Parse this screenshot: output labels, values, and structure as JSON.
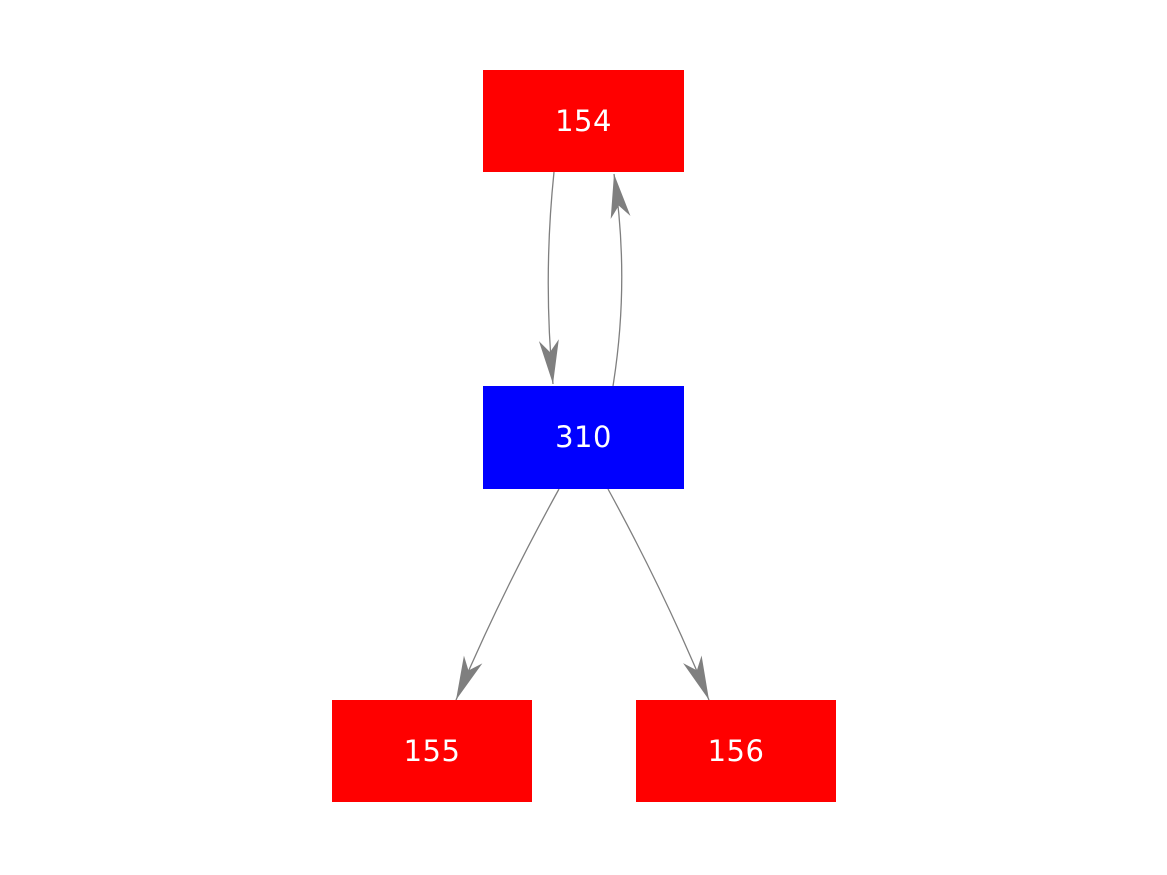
{
  "diagram": {
    "type": "directed-graph",
    "background_color": "#ffffff",
    "edge_color": "#7f7f7f",
    "nodes": [
      {
        "id": "154",
        "label": "154",
        "fill": "#ff0000",
        "text_color": "#ffffff"
      },
      {
        "id": "310",
        "label": "310",
        "fill": "#0000ff",
        "text_color": "#ffffff"
      },
      {
        "id": "155",
        "label": "155",
        "fill": "#ff0000",
        "text_color": "#ffffff"
      },
      {
        "id": "156",
        "label": "156",
        "fill": "#ff0000",
        "text_color": "#ffffff"
      }
    ],
    "edges": [
      {
        "from": "154",
        "to": "310"
      },
      {
        "from": "310",
        "to": "154"
      },
      {
        "from": "310",
        "to": "155"
      },
      {
        "from": "310",
        "to": "156"
      }
    ]
  }
}
